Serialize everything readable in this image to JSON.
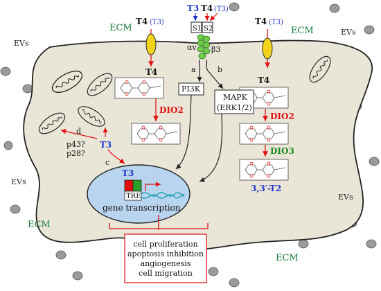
{
  "labels": {
    "ecm": "ECM",
    "evs": "EVs",
    "t4": "T4",
    "t3_paren": "(T3)",
    "t3": "T3",
    "s1": "S1",
    "s2": "S2",
    "alpha_v": "αv",
    "beta_3": "β3",
    "a": "a",
    "b": "b",
    "c": "c",
    "d": "d",
    "pi3k": "PI3K",
    "mapk": "MAPK",
    "erk": "(ERK1/2)",
    "dio2": "DIO2",
    "dio3": "DIO3",
    "t2": "3,3′-T2",
    "p43": "p43?",
    "p28": "p28?",
    "tre": "TRE",
    "gene_transcription": "gene transcription"
  },
  "outcomes": [
    "cell proliferation",
    "apoptosis inhibition",
    "angiogenesis",
    "cell migration"
  ],
  "colors": {
    "ecm_text": "#1a7a3a",
    "blue_text": "#1f33c8",
    "red_text": "#e01010",
    "green_text": "#1a8a1a",
    "cell_fill": "#e9e6d8",
    "nucleus_fill": "#b9d4ef",
    "ev_fill": "#9a9a9a",
    "transporter_fill": "#f2d21a",
    "integrin_fill": "#6fcf4a"
  }
}
